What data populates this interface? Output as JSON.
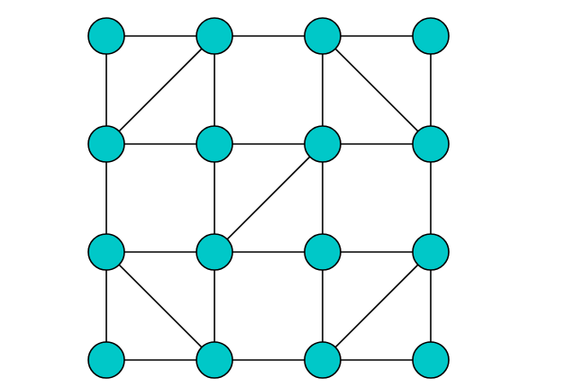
{
  "graph": {
    "colors": {
      "node_fill": "#00c8c8",
      "stroke": "#000000"
    },
    "grid": {
      "rows": 4,
      "cols": 4
    },
    "nodes": [
      {
        "id": "r0c0",
        "row": 0,
        "col": 0
      },
      {
        "id": "r0c1",
        "row": 0,
        "col": 1
      },
      {
        "id": "r0c2",
        "row": 0,
        "col": 2
      },
      {
        "id": "r0c3",
        "row": 0,
        "col": 3
      },
      {
        "id": "r1c0",
        "row": 1,
        "col": 0
      },
      {
        "id": "r1c1",
        "row": 1,
        "col": 1
      },
      {
        "id": "r1c2",
        "row": 1,
        "col": 2
      },
      {
        "id": "r1c3",
        "row": 1,
        "col": 3
      },
      {
        "id": "r2c0",
        "row": 2,
        "col": 0
      },
      {
        "id": "r2c1",
        "row": 2,
        "col": 1
      },
      {
        "id": "r2c2",
        "row": 2,
        "col": 2
      },
      {
        "id": "r2c3",
        "row": 2,
        "col": 3
      },
      {
        "id": "r3c0",
        "row": 3,
        "col": 0
      },
      {
        "id": "r3c1",
        "row": 3,
        "col": 1
      },
      {
        "id": "r3c2",
        "row": 3,
        "col": 2
      },
      {
        "id": "r3c3",
        "row": 3,
        "col": 3
      }
    ],
    "edges": [
      [
        "r0c0",
        "r0c1"
      ],
      [
        "r0c1",
        "r0c2"
      ],
      [
        "r0c2",
        "r0c3"
      ],
      [
        "r1c0",
        "r1c1"
      ],
      [
        "r1c1",
        "r1c2"
      ],
      [
        "r1c2",
        "r1c3"
      ],
      [
        "r2c0",
        "r2c1"
      ],
      [
        "r2c1",
        "r2c2"
      ],
      [
        "r2c2",
        "r2c3"
      ],
      [
        "r3c0",
        "r3c1"
      ],
      [
        "r3c1",
        "r3c2"
      ],
      [
        "r3c2",
        "r3c3"
      ],
      [
        "r0c0",
        "r1c0"
      ],
      [
        "r1c0",
        "r2c0"
      ],
      [
        "r2c0",
        "r3c0"
      ],
      [
        "r0c1",
        "r1c1"
      ],
      [
        "r1c1",
        "r2c1"
      ],
      [
        "r2c1",
        "r3c1"
      ],
      [
        "r0c2",
        "r1c2"
      ],
      [
        "r1c2",
        "r2c2"
      ],
      [
        "r2c2",
        "r3c2"
      ],
      [
        "r0c3",
        "r1c3"
      ],
      [
        "r1c3",
        "r2c3"
      ],
      [
        "r2c3",
        "r3c3"
      ],
      [
        "r1c0",
        "r0c1"
      ],
      [
        "r0c2",
        "r1c3"
      ],
      [
        "r2c1",
        "r1c2"
      ],
      [
        "r2c0",
        "r3c1"
      ],
      [
        "r3c2",
        "r2c3"
      ]
    ]
  }
}
